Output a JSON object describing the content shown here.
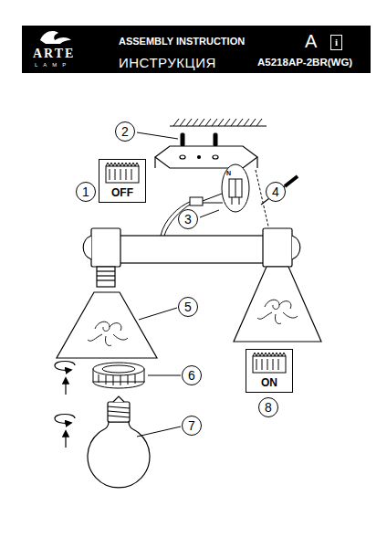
{
  "diagram": {
    "nodes": [
      {
        "text": [
          "2"
        ]
      },
      {
        "text": [
          "1"
        ]
      },
      {
        "text": [
          "OFF"
        ]
      },
      {
        "text": [
          "4"
        ]
      },
      {
        "text": [
          "3"
        ]
      },
      {
        "text": [
          "5"
        ]
      },
      {
        "text": [
          "6"
        ]
      },
      {
        "text": [
          "7"
        ]
      },
      {
        "text": [
          "8"
        ]
      },
      {
        "text": [
          "ON"
        ]
      }
    ],
    "labels": [
      "ARTE",
      "LAMP",
      "ASSEMBLY INSTRUCTION",
      "ИНСТРУКЦИЯ",
      "A",
      "i",
      "A5218AP-2BR(WG)",
      "N"
    ]
  }
}
